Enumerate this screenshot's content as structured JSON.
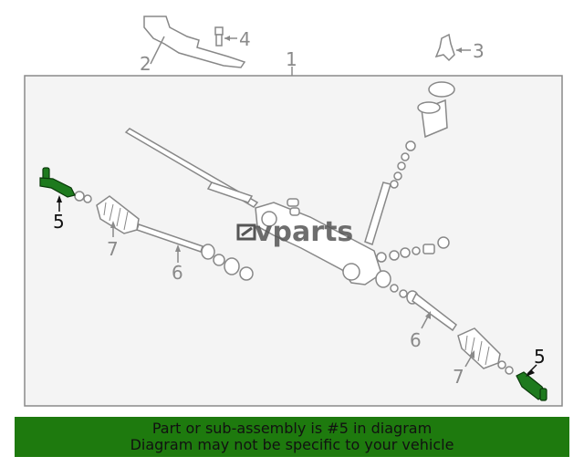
{
  "diagram": {
    "callouts": {
      "c1": "1",
      "c2": "2",
      "c3": "3",
      "c4": "4",
      "c5a": "5",
      "c5b": "5",
      "c6a": "6",
      "c6b": "6",
      "c7a": "7",
      "c7b": "7"
    },
    "highlight_color": "#1e7a1e",
    "watermark": "vparts"
  },
  "banner": {
    "line1": "Part or sub-assembly is #5 in diagram",
    "line2": "Diagram may not be specific to your vehicle",
    "color": "#1e7a0e"
  }
}
